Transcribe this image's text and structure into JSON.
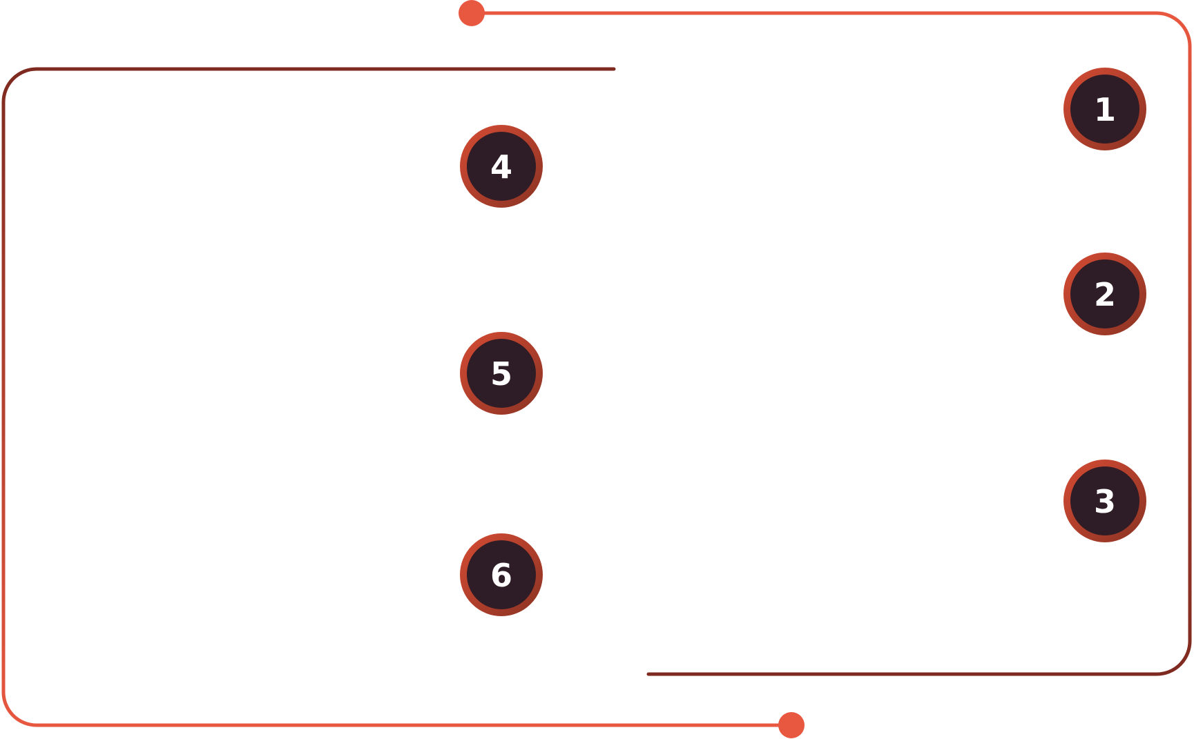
{
  "colors": {
    "accent": "#e8573f",
    "dark_red": "#7e2a20",
    "circle_fill": "#2e1c26",
    "ring": "#c8442f"
  },
  "steps": [
    {
      "label": "1"
    },
    {
      "label": "2"
    },
    {
      "label": "3"
    },
    {
      "label": "4"
    },
    {
      "label": "5"
    },
    {
      "label": "6"
    }
  ]
}
